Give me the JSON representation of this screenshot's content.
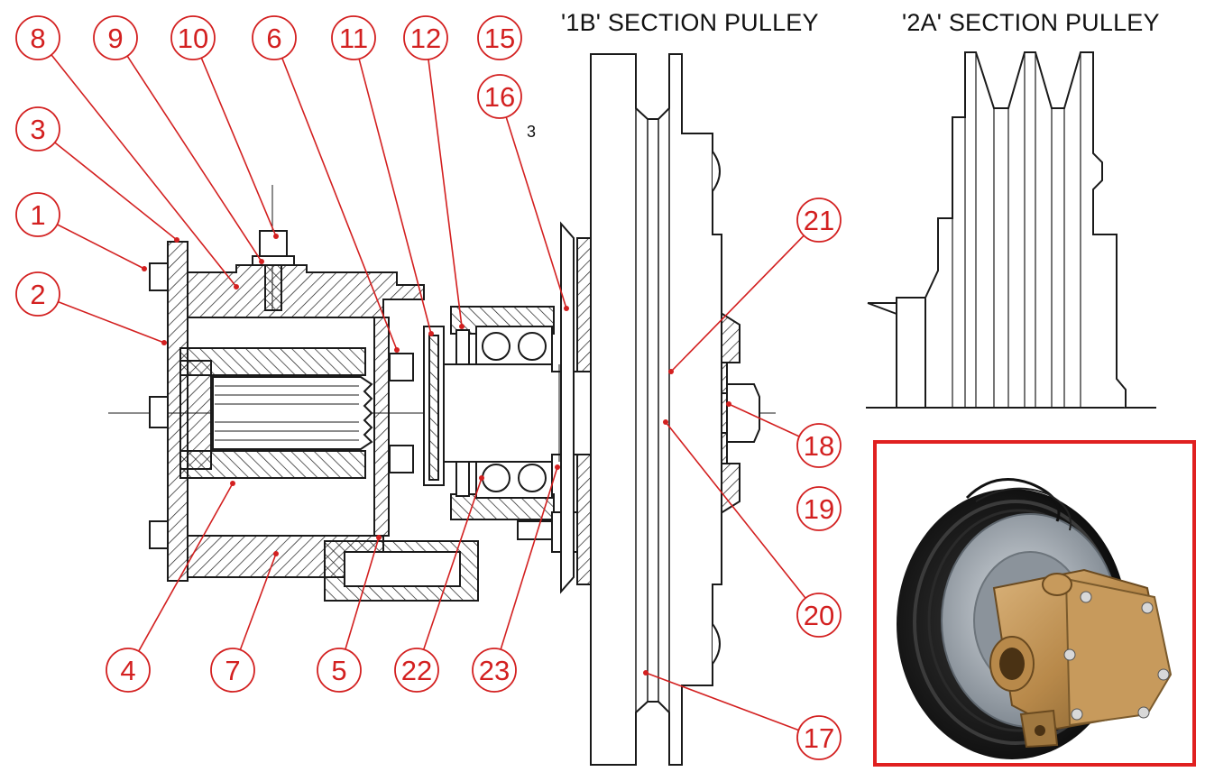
{
  "headings": {
    "pulley_1b": "'1B' SECTION PULLEY",
    "pulley_2a": "'2A' SECTION PULLEY"
  },
  "callouts": [
    "1",
    "2",
    "3",
    "4",
    "5",
    "6",
    "7",
    "8",
    "9",
    "10",
    "11",
    "12",
    "15",
    "16",
    "17",
    "18",
    "19",
    "20",
    "21",
    "22",
    "23"
  ],
  "small_mark": "3",
  "colors": {
    "callout": "#d32020",
    "line": "#1a1a1a",
    "photo_border": "#e02020",
    "brass": "#b8894a",
    "pulley": "#1c1c1c",
    "clutch": "#9aa3ad"
  }
}
